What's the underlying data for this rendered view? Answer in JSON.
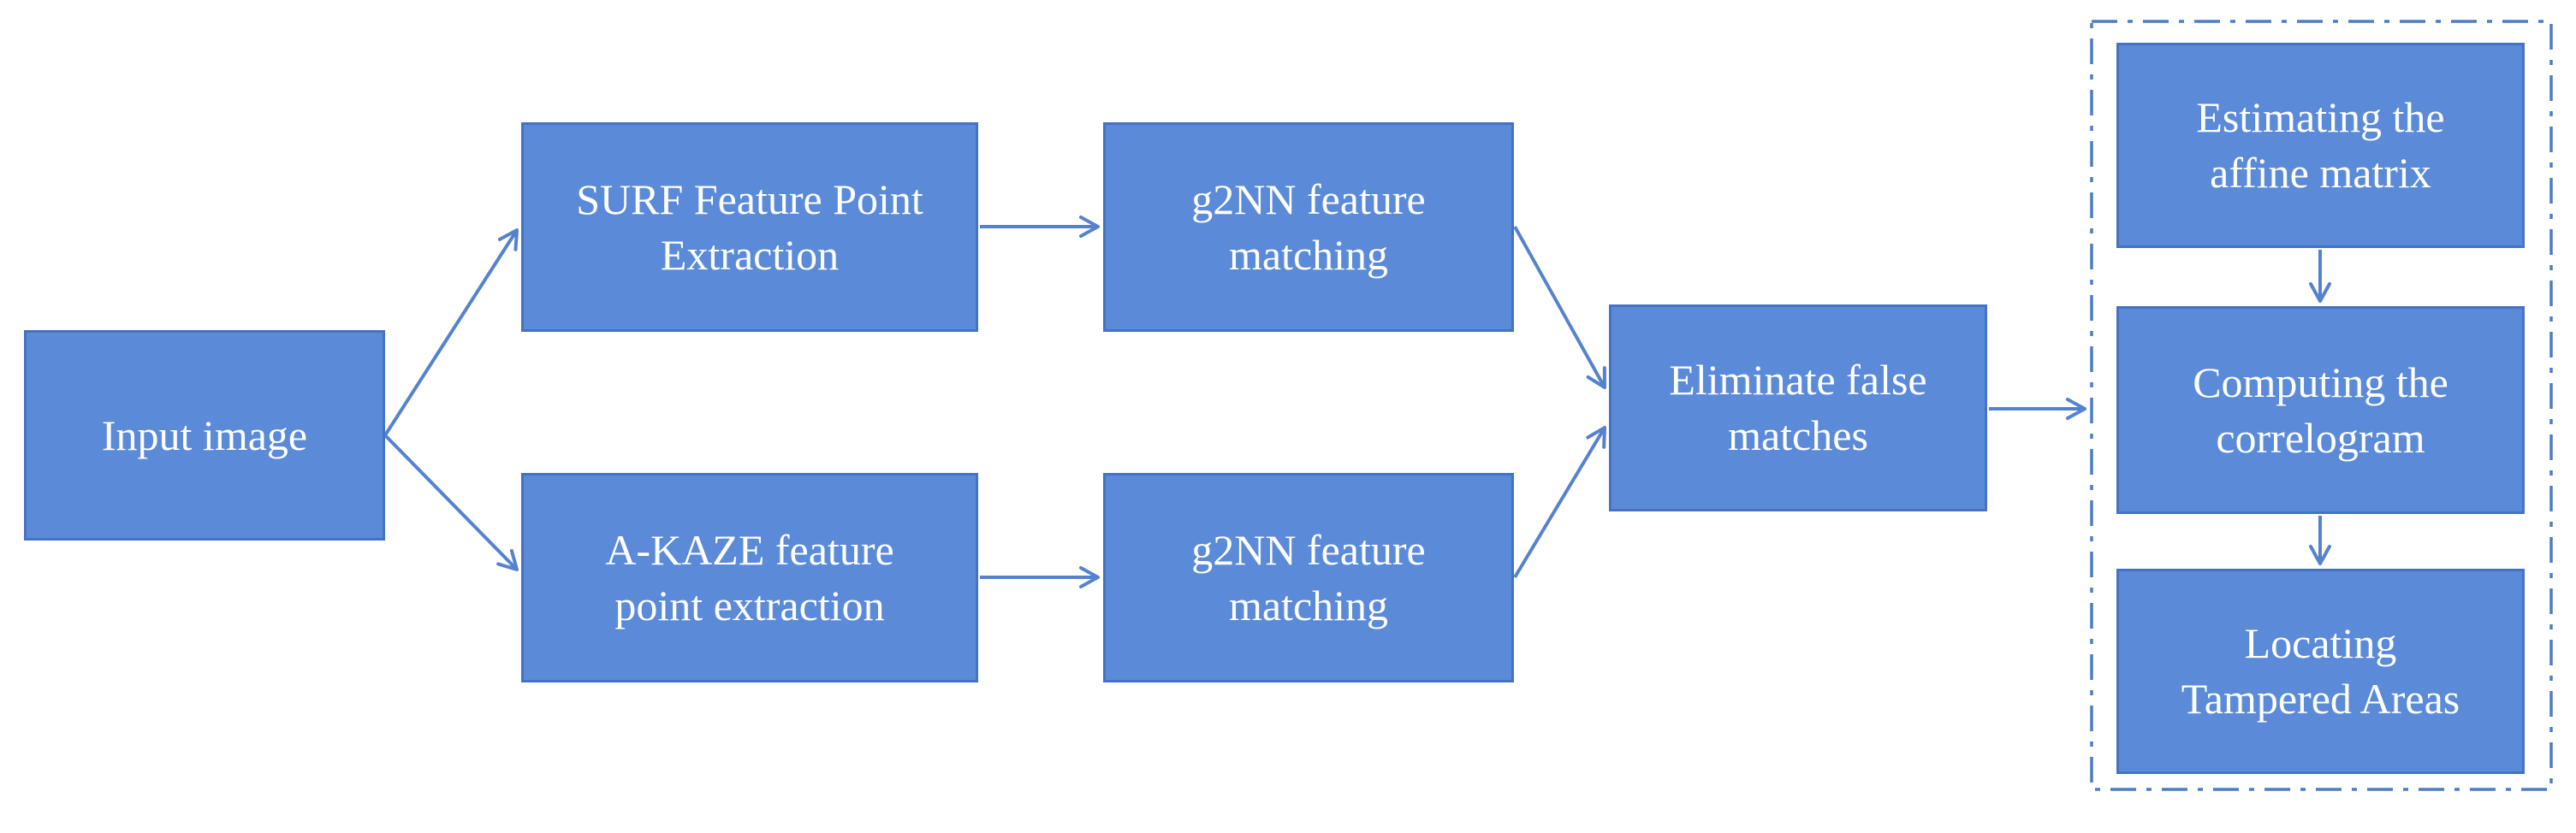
{
  "figure": {
    "type": "flowchart",
    "background": "#ffffff"
  },
  "colors": {
    "node_fill": "#5b8bd8",
    "node_border": "#4472c4",
    "arrow": "#5582cf",
    "group_border": "#4d7cc7",
    "label_text": "#ffffff"
  },
  "nodes": {
    "input": {
      "label": "Input image"
    },
    "surf": {
      "label": "SURF Feature Point\nExtraction"
    },
    "akaze": {
      "label": "A-KAZE feature\npoint extraction"
    },
    "g2nn_top": {
      "label": "g2NN feature\nmatching"
    },
    "g2nn_bottom": {
      "label": "g2NN feature\nmatching"
    },
    "eliminate": {
      "label": "Eliminate false\nmatches"
    },
    "estimating": {
      "label": "Estimating the\naffine matrix"
    },
    "computing": {
      "label": "Computing the\ncorrelogram"
    },
    "locating": {
      "label": "Locating\nTampered Areas"
    }
  },
  "edges": [
    {
      "from": "input",
      "to": "surf"
    },
    {
      "from": "input",
      "to": "akaze"
    },
    {
      "from": "surf",
      "to": "g2nn_top"
    },
    {
      "from": "akaze",
      "to": "g2nn_bottom"
    },
    {
      "from": "g2nn_top",
      "to": "eliminate"
    },
    {
      "from": "g2nn_bottom",
      "to": "eliminate"
    },
    {
      "from": "eliminate",
      "to": "computing"
    },
    {
      "from": "estimating",
      "to": "computing"
    },
    {
      "from": "computing",
      "to": "locating"
    }
  ],
  "groups": [
    {
      "style": "dash-dot-rectangle",
      "contains": [
        "estimating",
        "computing",
        "locating"
      ]
    }
  ]
}
